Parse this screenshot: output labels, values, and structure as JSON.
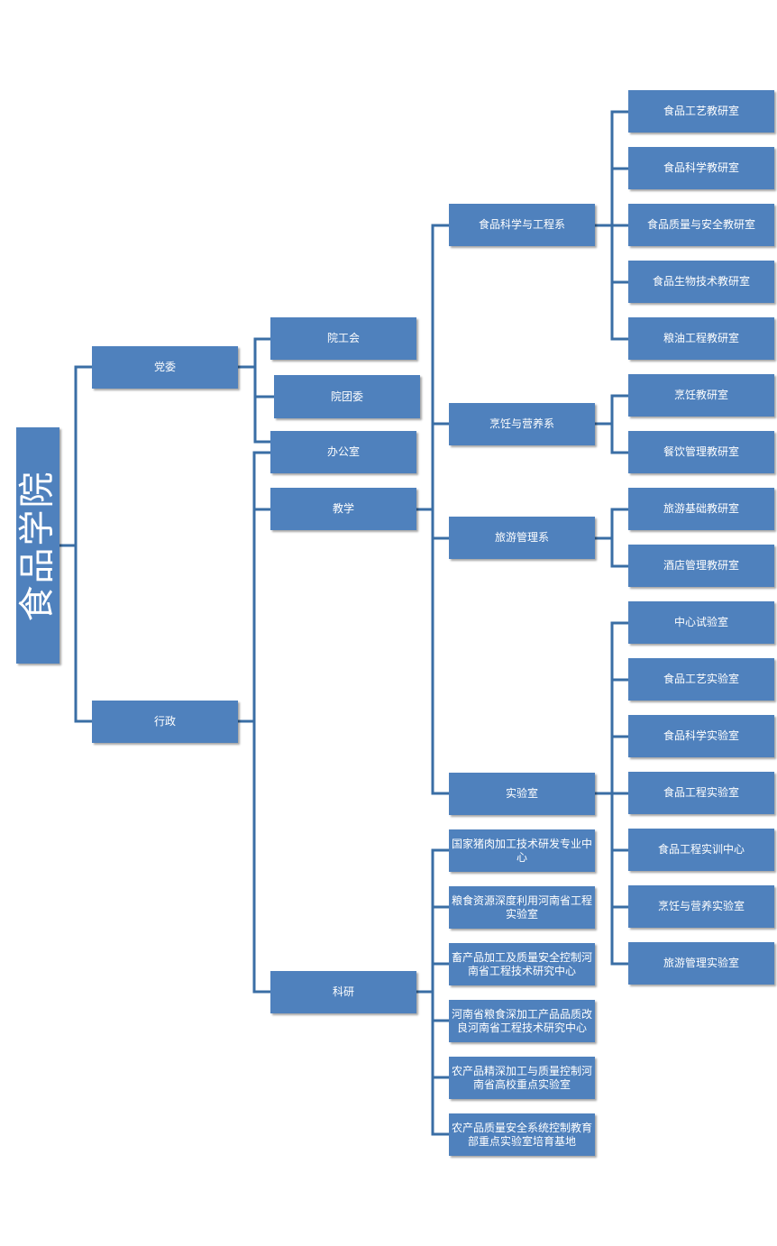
{
  "colors": {
    "node_fill": "#4f81bd",
    "connector": "#3a6ea5",
    "text": "#ffffff"
  },
  "org": {
    "root": "食品学院",
    "party": "党委",
    "admin": "行政",
    "union": "院工会",
    "youth": "院团委",
    "office": "办公室",
    "teaching": "教学",
    "research": "科研",
    "departments": {
      "food_sci": "食品科学与工程系",
      "cooking": "烹饪与营养系",
      "tourism": "旅游管理系",
      "lab": "实验室"
    },
    "food_sci_rooms": [
      "食品工艺教研室",
      "食品科学教研室",
      "食品质量与安全教研室",
      "食品生物技术教研室",
      "粮油工程教研室"
    ],
    "cooking_rooms": [
      "烹饪教研室",
      "餐饮管理教研室"
    ],
    "tourism_rooms": [
      "旅游基础教研室",
      "酒店管理教研室"
    ],
    "lab_rooms": [
      "中心试验室",
      "食品工艺实验室",
      "食品科学实验室",
      "食品工程实验室",
      "食品工程实训中心",
      "烹饪与营养实验室",
      "旅游管理实验室"
    ],
    "research_centers": [
      "国家猪肉加工技术研发专业中心",
      "粮食资源深度利用河南省工程实验室",
      "畜产品加工及质量安全控制河南省工程技术研究中心",
      "河南省粮食深加工产品品质改良河南省工程技术研究中心",
      "农产品精深加工与质量控制河南省高校重点实验室",
      "农产品质量安全系统控制教育部重点实验室培育基地"
    ]
  }
}
